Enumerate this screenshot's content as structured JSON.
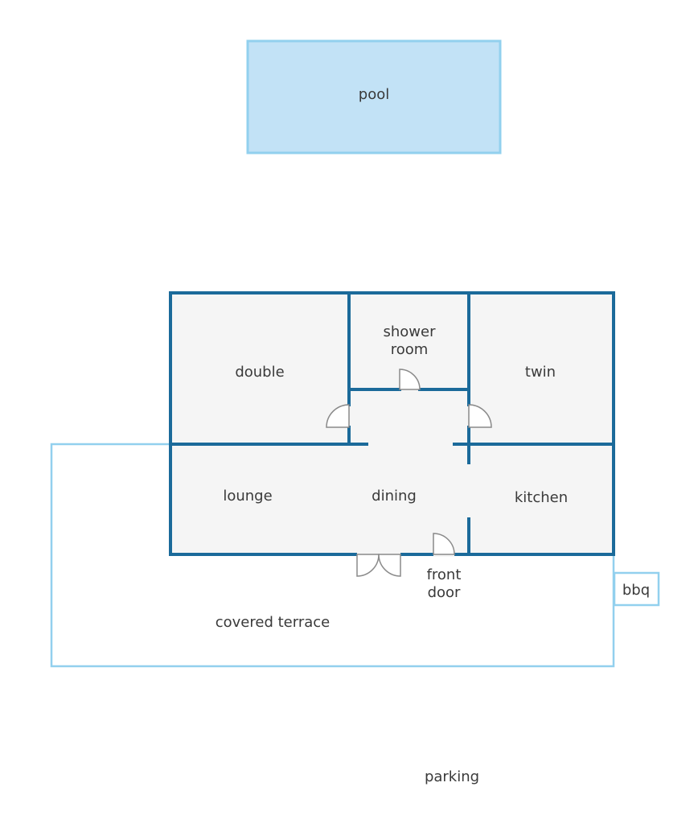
{
  "colors": {
    "wall": "#1b6a9a",
    "outline_light": "#92d0ee",
    "pool_fill": "#c2e2f6",
    "floor": "#f5f5f5",
    "door": "#8a8a8a",
    "text": "#3a3a3a"
  },
  "labels": {
    "pool": "pool",
    "double": "double",
    "shower_line1": "shower",
    "shower_line2": "room",
    "twin": "twin",
    "lounge": "lounge",
    "dining": "dining",
    "kitchen": "kitchen",
    "front_line1": "front",
    "front_line2": "door",
    "bbq": "bbq",
    "terrace": "covered terrace",
    "parking": "parking"
  }
}
